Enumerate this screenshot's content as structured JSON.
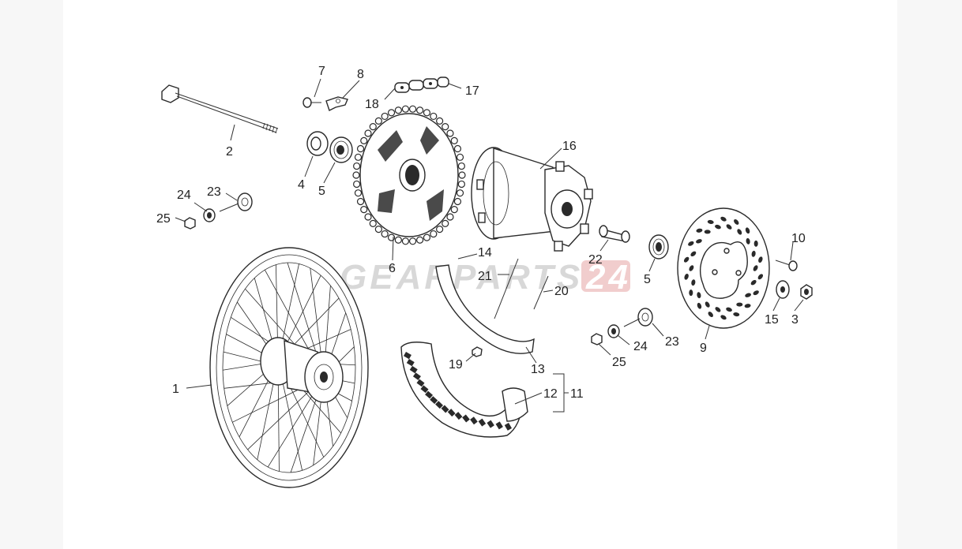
{
  "watermark": {
    "text": "GEARPARTS",
    "badge": "24",
    "color": "#d4d4d4",
    "accent": "#f0c8c8"
  },
  "colors": {
    "background": "#f7f7f7",
    "panel": "#ffffff",
    "ink": "#2a2a2a"
  },
  "callouts": [
    {
      "id": "c1",
      "text": "1"
    },
    {
      "id": "c2",
      "text": "2"
    },
    {
      "id": "c3",
      "text": "3"
    },
    {
      "id": "c4",
      "text": "4"
    },
    {
      "id": "c5a",
      "text": "5"
    },
    {
      "id": "c5b",
      "text": "5"
    },
    {
      "id": "c6",
      "text": "6"
    },
    {
      "id": "c7",
      "text": "7"
    },
    {
      "id": "c8",
      "text": "8"
    },
    {
      "id": "c9",
      "text": "9"
    },
    {
      "id": "c10",
      "text": "10"
    },
    {
      "id": "c11",
      "text": "11"
    },
    {
      "id": "c12",
      "text": "12"
    },
    {
      "id": "c13",
      "text": "13"
    },
    {
      "id": "c14",
      "text": "14"
    },
    {
      "id": "c15",
      "text": "15"
    },
    {
      "id": "c16",
      "text": "16"
    },
    {
      "id": "c17",
      "text": "17"
    },
    {
      "id": "c18",
      "text": "18"
    },
    {
      "id": "c19",
      "text": "19"
    },
    {
      "id": "c20",
      "text": "20"
    },
    {
      "id": "c21",
      "text": "21"
    },
    {
      "id": "c22",
      "text": "22"
    },
    {
      "id": "c23a",
      "text": "23"
    },
    {
      "id": "c23b",
      "text": "23"
    },
    {
      "id": "c24a",
      "text": "24"
    },
    {
      "id": "c24b",
      "text": "24"
    },
    {
      "id": "c25a",
      "text": "25"
    },
    {
      "id": "c25b",
      "text": "25"
    }
  ]
}
